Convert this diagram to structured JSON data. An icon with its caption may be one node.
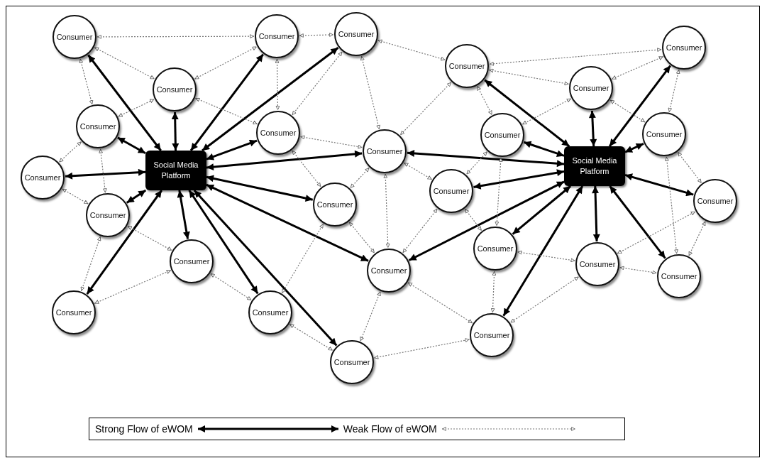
{
  "diagram": {
    "nodes": [
      {
        "text": [
          "Consumer"
        ]
      },
      {
        "text": [
          "Consumer"
        ]
      },
      {
        "text": [
          "Consumer"
        ]
      },
      {
        "text": [
          "Consumer"
        ]
      },
      {
        "text": [
          "Consumer"
        ]
      },
      {
        "text": [
          "Consumer"
        ]
      },
      {
        "text": [
          "Consumer"
        ]
      },
      {
        "text": [
          "Consumer"
        ]
      },
      {
        "text": [
          "Consumer"
        ]
      },
      {
        "text": [
          "Consumer"
        ]
      },
      {
        "text": [
          "Consumer"
        ]
      },
      {
        "text": [
          "Consumer"
        ]
      },
      {
        "text": [
          "Consumer"
        ]
      },
      {
        "text": [
          "Consumer"
        ]
      },
      {
        "text": [
          "Consumer"
        ]
      },
      {
        "text": [
          "Consumer"
        ]
      },
      {
        "text": [
          "Consumer"
        ]
      },
      {
        "text": [
          "Consumer"
        ]
      },
      {
        "text": [
          "Consumer"
        ]
      },
      {
        "text": [
          "Consumer"
        ]
      },
      {
        "text": [
          "Consumer"
        ]
      },
      {
        "text": [
          "Consumer"
        ]
      },
      {
        "text": [
          "Consumer"
        ]
      },
      {
        "text": [
          "Consumer"
        ]
      },
      {
        "text": [
          "Consumer"
        ]
      },
      {
        "text": [
          "Consumer"
        ]
      },
      {
        "text": [
          "Social Media Platform"
        ]
      },
      {
        "text": [
          "Social Media Platform"
        ]
      }
    ],
    "edges": [
      {
        "from": 26,
        "to": 0,
        "arrow": "both",
        "style": "thick",
        "color": "#000000"
      },
      {
        "from": 26,
        "to": 1,
        "arrow": "both",
        "style": "thick",
        "color": "#000000"
      },
      {
        "from": 26,
        "to": 2,
        "arrow": "both",
        "style": "thick",
        "color": "#000000"
      },
      {
        "from": 26,
        "to": 3,
        "arrow": "both",
        "style": "thick",
        "color": "#000000"
      },
      {
        "from": 26,
        "to": 4,
        "arrow": "both",
        "style": "thick",
        "color": "#000000"
      },
      {
        "from": 26,
        "to": 5,
        "arrow": "both",
        "style": "thick",
        "color": "#000000"
      },
      {
        "from": 26,
        "to": 6,
        "arrow": "both",
        "style": "thick",
        "color": "#000000"
      },
      {
        "from": 26,
        "to": 7,
        "arrow": "both",
        "style": "thick",
        "color": "#000000"
      },
      {
        "from": 26,
        "to": 8,
        "arrow": "both",
        "style": "thick",
        "color": "#000000"
      },
      {
        "from": 26,
        "to": 9,
        "arrow": "both",
        "style": "thick",
        "color": "#000000"
      },
      {
        "from": 26,
        "to": 10,
        "arrow": "both",
        "style": "thick",
        "color": "#000000"
      },
      {
        "from": 26,
        "to": 11,
        "arrow": "both",
        "style": "thick",
        "color": "#000000"
      },
      {
        "from": 26,
        "to": 12,
        "arrow": "both",
        "style": "thick",
        "color": "#000000"
      },
      {
        "from": 26,
        "to": 13,
        "arrow": "both",
        "style": "thick",
        "color": "#000000"
      },
      {
        "from": 26,
        "to": 14,
        "arrow": "both",
        "style": "thick",
        "color": "#000000"
      },
      {
        "from": 27,
        "to": 10,
        "arrow": "both",
        "style": "thick",
        "color": "#000000"
      },
      {
        "from": 27,
        "to": 12,
        "arrow": "both",
        "style": "thick",
        "color": "#000000"
      },
      {
        "from": 27,
        "to": 15,
        "arrow": "both",
        "style": "thick",
        "color": "#000000"
      },
      {
        "from": 27,
        "to": 16,
        "arrow": "both",
        "style": "thick",
        "color": "#000000"
      },
      {
        "from": 27,
        "to": 17,
        "arrow": "both",
        "style": "thick",
        "color": "#000000"
      },
      {
        "from": 27,
        "to": 18,
        "arrow": "both",
        "style": "thick",
        "color": "#000000"
      },
      {
        "from": 27,
        "to": 19,
        "arrow": "both",
        "style": "thick",
        "color": "#000000"
      },
      {
        "from": 27,
        "to": 20,
        "arrow": "both",
        "style": "thick",
        "color": "#000000"
      },
      {
        "from": 27,
        "to": 21,
        "arrow": "both",
        "style": "thick",
        "color": "#000000"
      },
      {
        "from": 27,
        "to": 22,
        "arrow": "both",
        "style": "thick",
        "color": "#000000"
      },
      {
        "from": 27,
        "to": 23,
        "arrow": "both",
        "style": "thick",
        "color": "#000000"
      },
      {
        "from": 27,
        "to": 24,
        "arrow": "both",
        "style": "thick",
        "color": "#000000"
      },
      {
        "from": 27,
        "to": 25,
        "arrow": "both",
        "style": "thick",
        "color": "#000000"
      },
      {
        "from": 0,
        "to": 7,
        "arrow": "both",
        "style": "dashed"
      },
      {
        "from": 0,
        "to": 1,
        "arrow": "both",
        "style": "dashed"
      },
      {
        "from": 0,
        "to": 2,
        "arrow": "both",
        "style": "dashed"
      },
      {
        "from": 1,
        "to": 7,
        "arrow": "both",
        "style": "dashed"
      },
      {
        "from": 1,
        "to": 9,
        "arrow": "both",
        "style": "dashed"
      },
      {
        "from": 2,
        "to": 1,
        "arrow": "both",
        "style": "dashed"
      },
      {
        "from": 2,
        "to": 3,
        "arrow": "both",
        "style": "dashed"
      },
      {
        "from": 2,
        "to": 4,
        "arrow": "both",
        "style": "dashed"
      },
      {
        "from": 3,
        "to": 4,
        "arrow": "both",
        "style": "dashed"
      },
      {
        "from": 4,
        "to": 5,
        "arrow": "both",
        "style": "dashed"
      },
      {
        "from": 4,
        "to": 6,
        "arrow": "both",
        "style": "dashed"
      },
      {
        "from": 6,
        "to": 5,
        "arrow": "both",
        "style": "dashed"
      },
      {
        "from": 5,
        "to": 13,
        "arrow": "both",
        "style": "dashed"
      },
      {
        "from": 7,
        "to": 8,
        "arrow": "both",
        "style": "dashed"
      },
      {
        "from": 7,
        "to": 9,
        "arrow": "both",
        "style": "dashed"
      },
      {
        "from": 8,
        "to": 9,
        "arrow": "both",
        "style": "dashed"
      },
      {
        "from": 8,
        "to": 10,
        "arrow": "both",
        "style": "dashed"
      },
      {
        "from": 8,
        "to": 15,
        "arrow": "both",
        "style": "dashed"
      },
      {
        "from": 9,
        "to": 10,
        "arrow": "both",
        "style": "dashed"
      },
      {
        "from": 9,
        "to": 11,
        "arrow": "both",
        "style": "dashed"
      },
      {
        "from": 10,
        "to": 11,
        "arrow": "both",
        "style": "dashed"
      },
      {
        "from": 10,
        "to": 12,
        "arrow": "both",
        "style": "dashed"
      },
      {
        "from": 10,
        "to": 20,
        "arrow": "both",
        "style": "dashed"
      },
      {
        "from": 15,
        "to": 10,
        "arrow": "both",
        "style": "dashed"
      },
      {
        "from": 11,
        "to": 12,
        "arrow": "both",
        "style": "dashed"
      },
      {
        "from": 13,
        "to": 11,
        "arrow": "both",
        "style": "dashed"
      },
      {
        "from": 13,
        "to": 14,
        "arrow": "both",
        "style": "dashed"
      },
      {
        "from": 12,
        "to": 14,
        "arrow": "both",
        "style": "dashed"
      },
      {
        "from": 12,
        "to": 25,
        "arrow": "both",
        "style": "dashed"
      },
      {
        "from": 14,
        "to": 25,
        "arrow": "both",
        "style": "dashed"
      },
      {
        "from": 12,
        "to": 20,
        "arrow": "both",
        "style": "dashed"
      },
      {
        "from": 15,
        "to": 18,
        "arrow": "both",
        "style": "dashed"
      },
      {
        "from": 16,
        "to": 15,
        "arrow": "both",
        "style": "dashed"
      },
      {
        "from": 17,
        "to": 15,
        "arrow": "both",
        "style": "dashed"
      },
      {
        "from": 17,
        "to": 16,
        "arrow": "both",
        "style": "dashed"
      },
      {
        "from": 17,
        "to": 19,
        "arrow": "both",
        "style": "dashed"
      },
      {
        "from": 16,
        "to": 18,
        "arrow": "both",
        "style": "dashed"
      },
      {
        "from": 16,
        "to": 19,
        "arrow": "both",
        "style": "dashed"
      },
      {
        "from": 18,
        "to": 20,
        "arrow": "both",
        "style": "dashed"
      },
      {
        "from": 18,
        "to": 22,
        "arrow": "both",
        "style": "dashed"
      },
      {
        "from": 20,
        "to": 22,
        "arrow": "both",
        "style": "dashed"
      },
      {
        "from": 22,
        "to": 25,
        "arrow": "both",
        "style": "dashed"
      },
      {
        "from": 22,
        "to": 23,
        "arrow": "both",
        "style": "dashed"
      },
      {
        "from": 23,
        "to": 25,
        "arrow": "both",
        "style": "dashed"
      },
      {
        "from": 23,
        "to": 24,
        "arrow": "both",
        "style": "dashed"
      },
      {
        "from": 23,
        "to": 21,
        "arrow": "both",
        "style": "dashed"
      },
      {
        "from": 21,
        "to": 24,
        "arrow": "both",
        "style": "dashed"
      },
      {
        "from": 19,
        "to": 21,
        "arrow": "both",
        "style": "dashed"
      },
      {
        "from": 19,
        "to": 24,
        "arrow": "both",
        "style": "dashed"
      }
    ],
    "legend": [
      {
        "text": "Strong Flow of eWOM"
      },
      {
        "text": "Weak Flow of eWOM"
      }
    ]
  }
}
